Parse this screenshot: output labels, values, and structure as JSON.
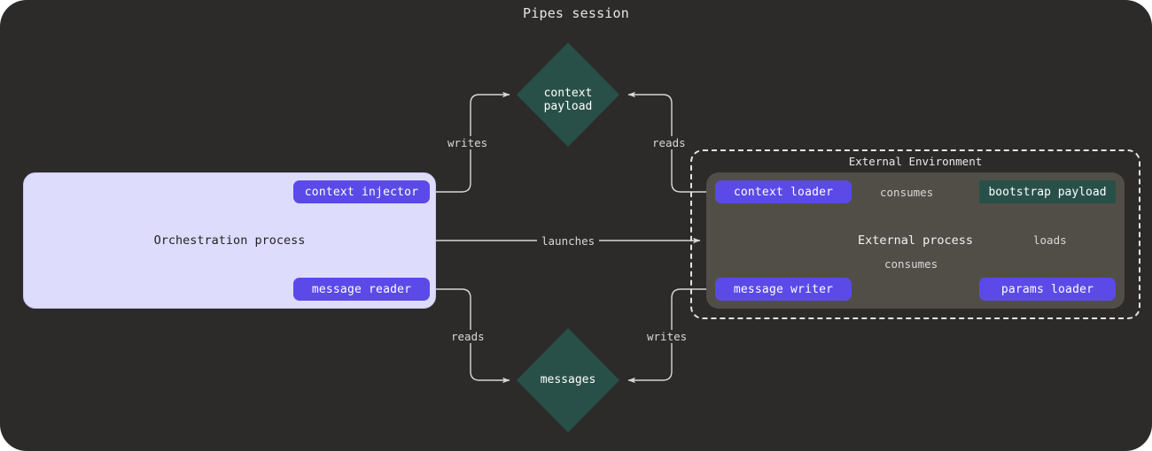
{
  "title": "Pipes session",
  "colors": {
    "background": "#2c2b2a",
    "orchestration_fill": "#dedcfd",
    "pill_fill": "#5b4ae8",
    "diamond_fill": "#285049",
    "external_proc_fill": "#514e48",
    "edge_stroke": "#d8d8d8",
    "dashed_border": "#e3e3e3"
  },
  "orchestration": {
    "label": "Orchestration process",
    "nodes": [
      {
        "id": "context-injector",
        "label": "context injector"
      },
      {
        "id": "message-reader",
        "label": "message reader"
      }
    ]
  },
  "external_environment": {
    "label": "External Environment",
    "process": {
      "label": "External process",
      "nodes": [
        {
          "id": "context-loader",
          "label": "context loader"
        },
        {
          "id": "message-writer",
          "label": "message writer"
        },
        {
          "id": "params-loader",
          "label": "params loader"
        },
        {
          "id": "bootstrap-payload",
          "label": "bootstrap payload"
        }
      ]
    }
  },
  "datastores": [
    {
      "id": "context-payload",
      "label": "context\npayload"
    },
    {
      "id": "messages",
      "label": "messages"
    }
  ],
  "edges": [
    {
      "id": "edge-writes-context",
      "label": "writes",
      "from": "context-injector",
      "to": "context-payload"
    },
    {
      "id": "edge-reads-context",
      "label": "reads",
      "from": "context-loader",
      "to": "context-payload"
    },
    {
      "id": "edge-launches",
      "label": "launches",
      "from": "orchestration",
      "to": "external-process"
    },
    {
      "id": "edge-reads-messages",
      "label": "reads",
      "from": "message-reader",
      "to": "messages"
    },
    {
      "id": "edge-writes-messages",
      "label": "writes",
      "from": "message-writer",
      "to": "messages"
    },
    {
      "id": "edge-consumes-context",
      "label": "consumes",
      "from": "context-loader",
      "to": "bootstrap-payload"
    },
    {
      "id": "edge-consumes-message",
      "label": "consumes",
      "from": "message-writer",
      "to": "bootstrap-payload"
    },
    {
      "id": "edge-loads",
      "label": "loads",
      "from": "params-loader",
      "to": "bootstrap-payload"
    }
  ]
}
